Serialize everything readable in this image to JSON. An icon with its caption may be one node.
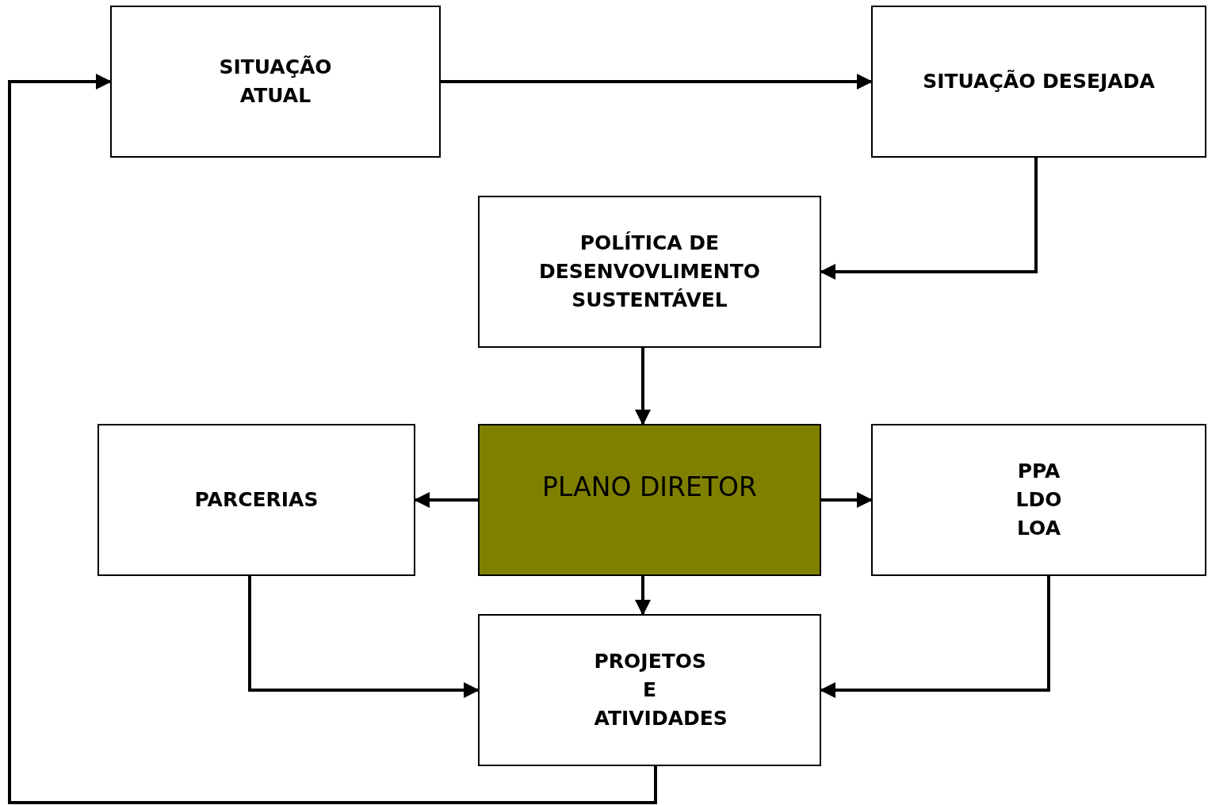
{
  "diagram": {
    "nodes": [
      {
        "text": [
          "SITUAÇÃO ATUAL"
        ]
      },
      {
        "text": [
          "SITUAÇÃO DESEJADA"
        ]
      },
      {
        "text": [
          "POLÍTICA DE DESENVOVLIMENTO SUSTENTÁVEL"
        ]
      },
      {
        "text": [
          "PARCERIAS"
        ]
      },
      {
        "text": [
          "PLANO DIRETOR"
        ]
      },
      {
        "text": [
          "PPA LDO LOA"
        ]
      },
      {
        "text": [
          "PROJETOS E ATIVIDADES"
        ]
      }
    ],
    "edges": [
      {
        "from": 0,
        "to": 1,
        "arrow": "to"
      },
      {
        "from": 1,
        "to": 2,
        "arrow": "to"
      },
      {
        "from": 2,
        "to": 4,
        "arrow": "to"
      },
      {
        "from": 4,
        "to": 3,
        "arrow": "to"
      },
      {
        "from": 4,
        "to": 5,
        "arrow": "to"
      },
      {
        "from": 4,
        "to": 6,
        "arrow": "to"
      },
      {
        "from": 3,
        "to": 6,
        "arrow": "to"
      },
      {
        "from": 5,
        "to": 6,
        "arrow": "to"
      },
      {
        "from": 6,
        "to": 0,
        "arrow": "to"
      }
    ]
  }
}
